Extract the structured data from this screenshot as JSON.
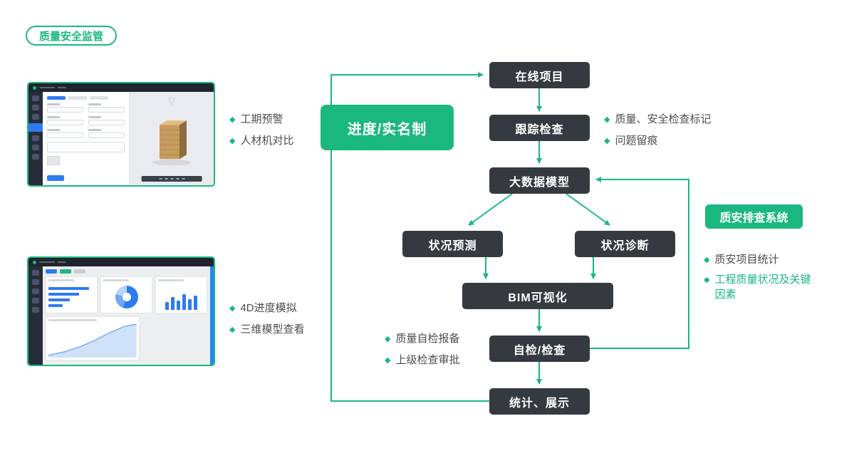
{
  "badge": {
    "label": "质量安全监管"
  },
  "icons": {
    "bullet": "◆",
    "viewer_watermark": "▽"
  },
  "colors": {
    "accent_green": "#1ab87e",
    "node_dark": "#343a40",
    "mini_blue": "#2e7bf0"
  },
  "flow": {
    "online_project": "在线项目",
    "tracking": "跟踪检查",
    "big_data": "大数据模型",
    "prediction": "状况预测",
    "diagnosis": "状况诊断",
    "bim": "BIM可视化",
    "self_check": "自检/检查",
    "stats": "统计、展示"
  },
  "green_boxes": {
    "progress_realname": "进度/实名制",
    "inspection_system": "质安排查系统"
  },
  "bullets": {
    "screenshot1": [
      "工期预警",
      "人材机对比"
    ],
    "screenshot2": [
      "4D进度模拟",
      "三维模型查看"
    ],
    "tracking": [
      "质量、安全检查标记",
      "问题留痕"
    ],
    "self_check": [
      "质量自检报备",
      "上级检查审批"
    ],
    "system": [
      "质安项目统计",
      "工程质量状况及关键因素"
    ]
  }
}
